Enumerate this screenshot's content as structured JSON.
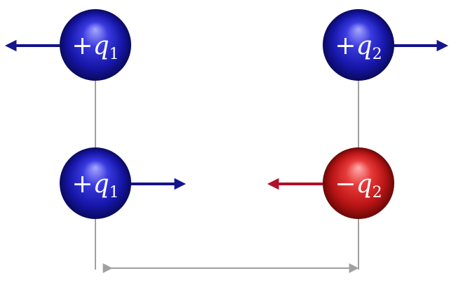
{
  "charges": [
    {
      "id": "top-left",
      "sign": "+",
      "symbol": "q",
      "index": "1",
      "polarity": "positive"
    },
    {
      "id": "top-right",
      "sign": "+",
      "symbol": "q",
      "index": "2",
      "polarity": "positive"
    },
    {
      "id": "bottom-left",
      "sign": "+",
      "symbol": "q",
      "index": "1",
      "polarity": "positive"
    },
    {
      "id": "bottom-right",
      "sign": "−",
      "symbol": "q",
      "index": "2",
      "polarity": "negative"
    }
  ],
  "colors": {
    "positive_sphere": "#1a1ab0",
    "negative_sphere": "#c41a1a",
    "positive_arrow": "#14148c",
    "negative_arrow": "#b0102a",
    "connector": "#a0a0a0",
    "label": "#ffffff"
  }
}
